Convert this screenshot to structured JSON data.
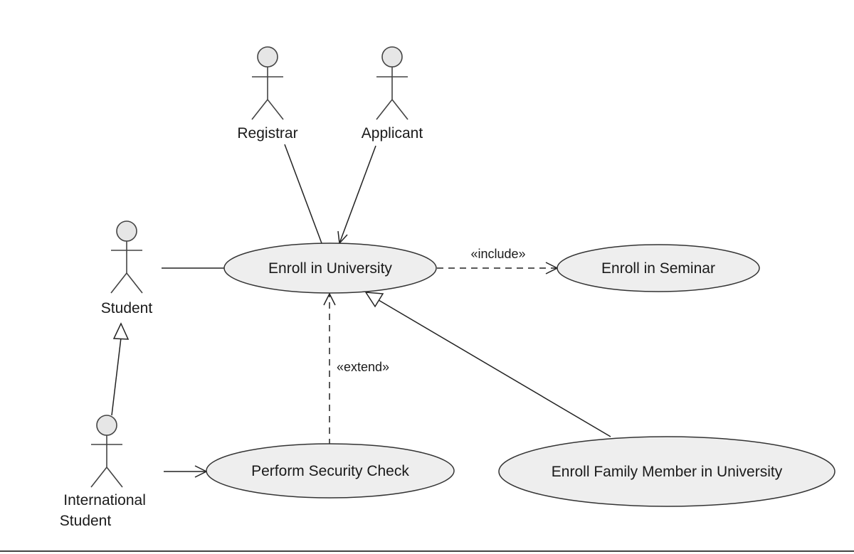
{
  "actors": {
    "registrar": "Registrar",
    "applicant": "Applicant",
    "student": "Student",
    "international_student": [
      "International",
      "Student"
    ]
  },
  "use_cases": {
    "enroll_university": "Enroll in University",
    "enroll_seminar": "Enroll in Seminar",
    "security_check": "Perform Security Check",
    "enroll_family": "Enroll Family Member in University"
  },
  "stereotypes": {
    "include": "«include»",
    "extend": "«extend»"
  }
}
